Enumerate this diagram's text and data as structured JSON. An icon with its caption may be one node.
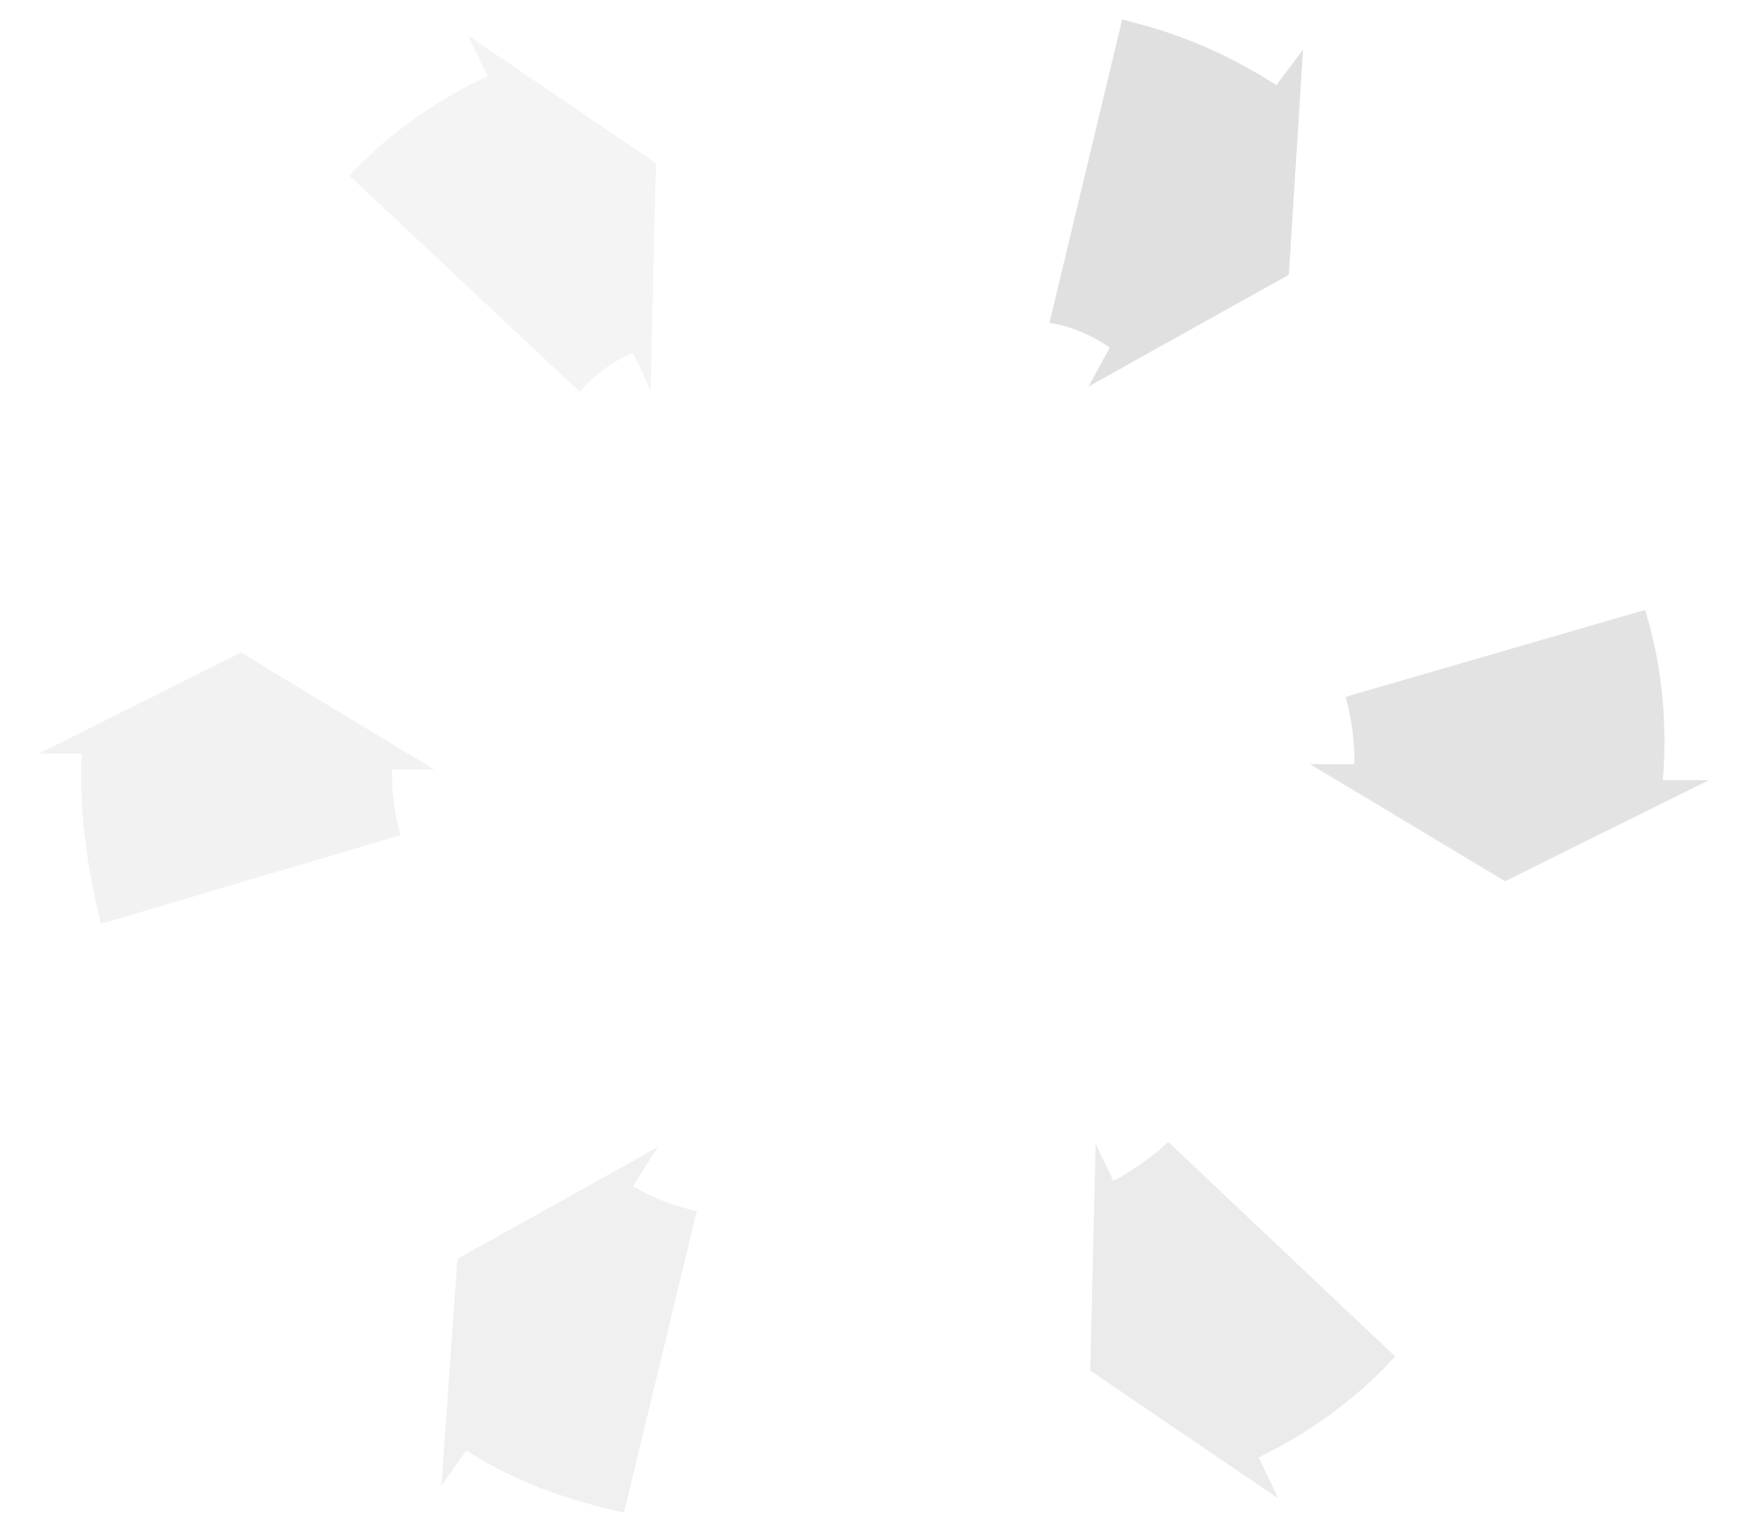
{
  "diagram": {
    "nodes": [
      {
        "text": [],
        "shape": "arrow"
      },
      {
        "text": [],
        "shape": "arrow"
      },
      {
        "text": [],
        "shape": "arrow"
      },
      {
        "text": [],
        "shape": "arrow"
      },
      {
        "text": [],
        "shape": "arrow"
      },
      {
        "text": [],
        "shape": "arrow"
      }
    ]
  }
}
